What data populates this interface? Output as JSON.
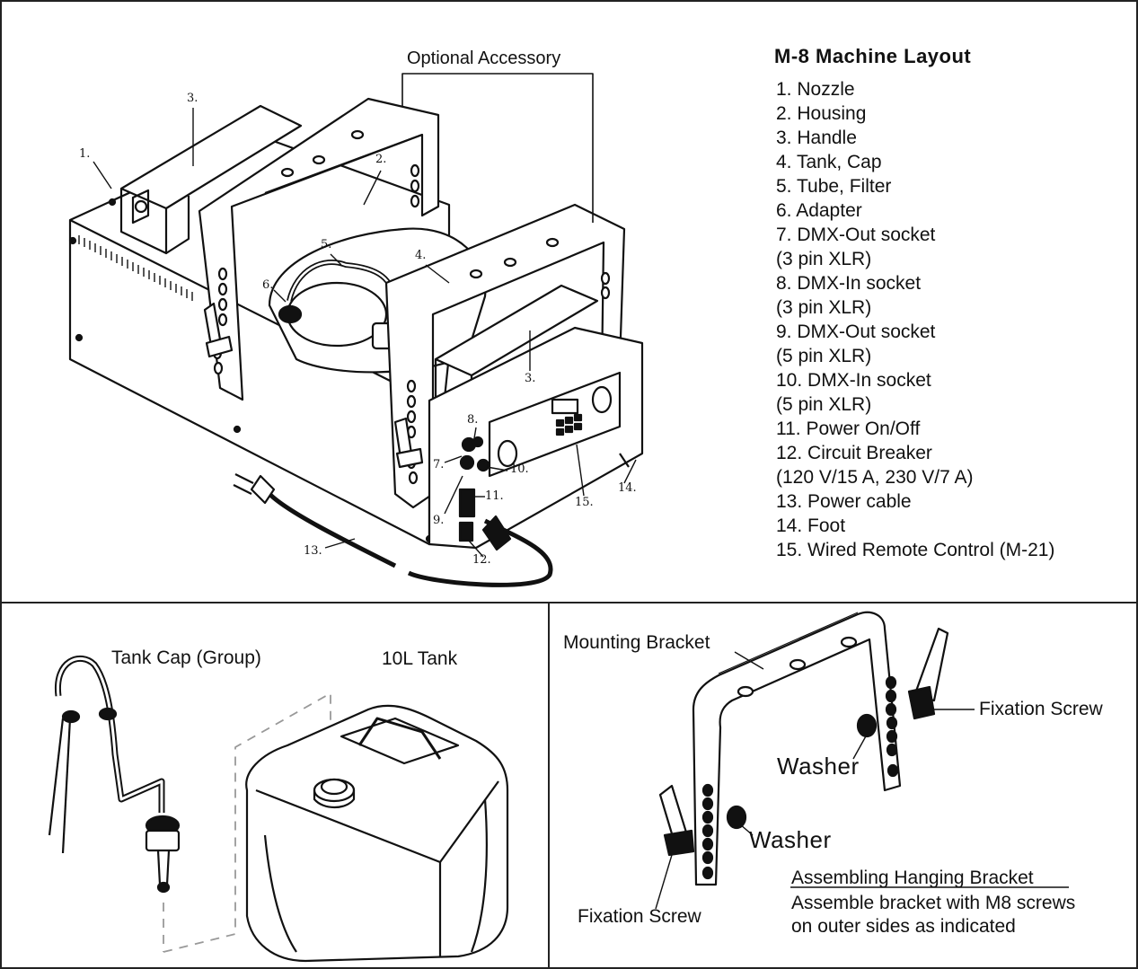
{
  "layout_title": "M-8 Machine Layout",
  "parts": [
    "1. Nozzle",
    "2. Housing",
    "3. Handle",
    "4. Tank, Cap",
    "5. Tube, Filter",
    "6. Adapter",
    "7. DMX-Out socket",
    "(3 pin XLR)",
    "8. DMX-In socket",
    "(3 pin XLR)",
    "9. DMX-Out socket",
    "(5 pin XLR)",
    "10. DMX-In socket",
    "(5 pin XLR)",
    "11. Power On/Off",
    "12. Circuit Breaker",
    "(120 V/15 A, 230 V/7 A)",
    "13. Power cable",
    "14. Foot",
    "15. Wired Remote Control (M-21)"
  ],
  "callouts": {
    "optional_accessory": "Optional Accessory",
    "n1": "1.",
    "n2": "2.",
    "n3a": "3.",
    "n3b": "3.",
    "n4": "4.",
    "n5": "5.",
    "n6": "6.",
    "n7": "7.",
    "n8": "8.",
    "n9": "9.",
    "n10": "10.",
    "n11": "11.",
    "n12": "12.",
    "n13": "13.",
    "n14": "14.",
    "n15": "15."
  },
  "tank_panel": {
    "cap_label": "Tank Cap (Group)",
    "tank_label": "10L Tank"
  },
  "bracket_panel": {
    "mounting_bracket": "Mounting Bracket",
    "fixation_screw_right": "Fixation Screw",
    "fixation_screw_left": "Fixation Screw",
    "washer_right": "Washer",
    "washer_left": "Washer",
    "assembly_title": "Assembling Hanging Bracket",
    "assembly_line1": "Assemble bracket with M8 screws",
    "assembly_line2": "on outer sides as indicated"
  }
}
